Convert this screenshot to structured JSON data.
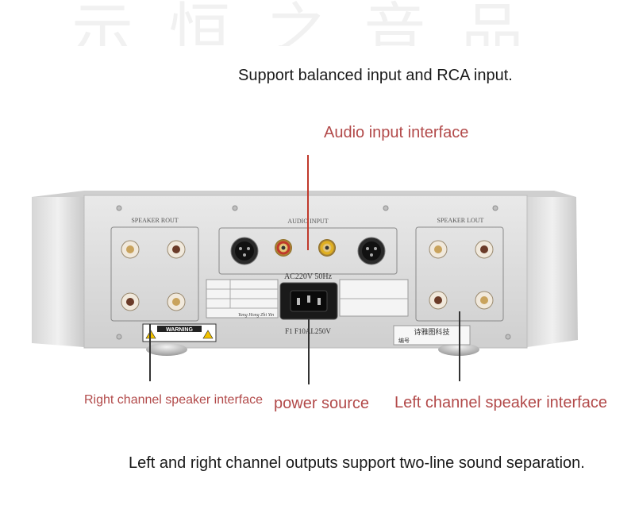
{
  "captions": {
    "top": "Support balanced input and RCA input.",
    "bottom": "Left and right channel outputs support two-line sound separation."
  },
  "labels": {
    "audio_input": "Audio input interface",
    "right_speaker": "Right channel speaker interface",
    "power": "power source",
    "left_speaker": "Left channel speaker interface"
  },
  "panel": {
    "speaker_rout": "SPEAKER ROUT",
    "audio_input": "AUDIO INPUT",
    "speaker_lout": "SPEAKER LOUT",
    "ac": "AC220V 50Hz",
    "fuse": "F1 F10AL250V",
    "warning": "WARNING",
    "brand": "Yang Hong Zhi Yin",
    "chinese_label": "诗雅图科技",
    "serial": "编号"
  },
  "colors": {
    "label_red": "#b24a4a",
    "lead_dark": "#333333",
    "lead_red": "#c0392b"
  }
}
